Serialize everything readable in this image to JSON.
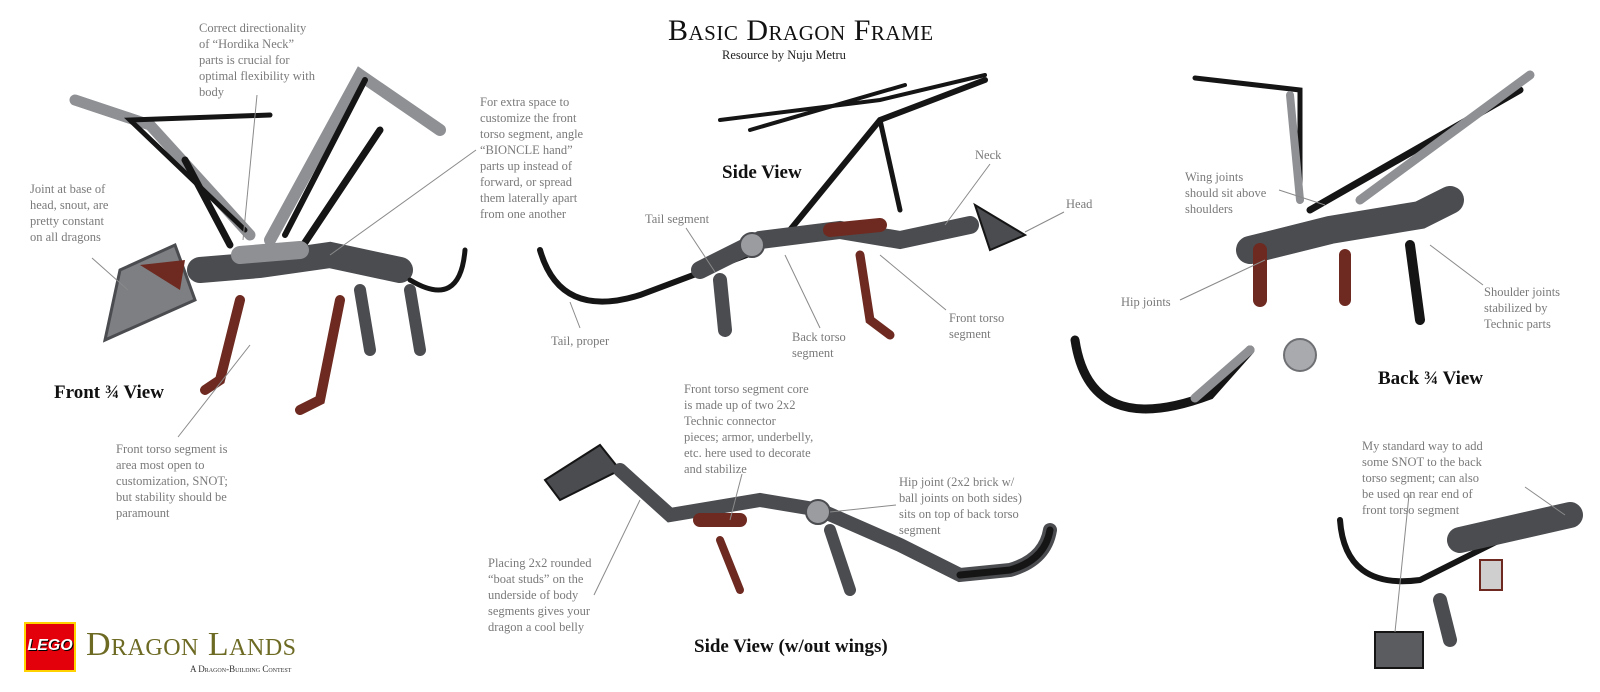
{
  "title": "Basic Dragon Frame",
  "subtitle": "Resource by Nuju Metru",
  "views": {
    "front": "Front ¾ View",
    "side": "Side View",
    "back": "Back ¾ View",
    "side_nowings": "Side View (w/out wings)"
  },
  "notes": {
    "hordika_neck": "Correct directionality\nof “Hordika Neck”\nparts is crucial for\noptimal flexibility with\nbody",
    "extra_space": "For extra space to\ncustomize the front\ntorso segment, angle\n“BIONCLE hand”\nparts up instead of\nforward, or spread\nthem laterally apart\nfrom one another",
    "joint_base": "Joint at base of\nhead, snout, are\npretty constant\non all dragons",
    "front_torso_open": "Front torso segment is\narea most open to\ncustomization, SNOT;\nbut stability should be\nparamount",
    "tail_segment": "Tail segment",
    "neck": "Neck",
    "head": "Head",
    "tail_proper": "Tail, proper",
    "back_torso": "Back torso\nsegment",
    "front_torso": "Front torso\nsegment",
    "wing_joints": "Wing joints\nshould sit above\nshoulders",
    "hip_joints": "Hip joints",
    "shoulder_joints": "Shoulder joints\nstabilized by\nTechnic parts",
    "core": "Front torso segment core\nis made up of two 2x2\nTechnic connector\npieces; armor, underbelly,\netc. here used to decorate\nand stabilize",
    "hip_joint": "Hip joint (2x2 brick w/\nball joints on both sides)\nsits on top of back torso\nsegment",
    "boat_studs": "Placing 2x2 rounded\n“boat studs” on the\nunderside of body\nsegments gives your\ndragon a cool belly",
    "snot": "My standard way to add\nsome SNOT to the back\ntorso segment; can also\nbe used on rear end of\nfront torso segment"
  },
  "branding": {
    "lego": "LEGO",
    "name": "Dragon Lands",
    "tagline": "A Dragon-Building Contest"
  },
  "colors": {
    "dark_grey": "#4a4c50",
    "light_grey": "#8e9094",
    "black": "#151515",
    "dark_red": "#6e2a20",
    "label_grey": "#7a7a7a",
    "brand_olive": "#6d6a24"
  }
}
